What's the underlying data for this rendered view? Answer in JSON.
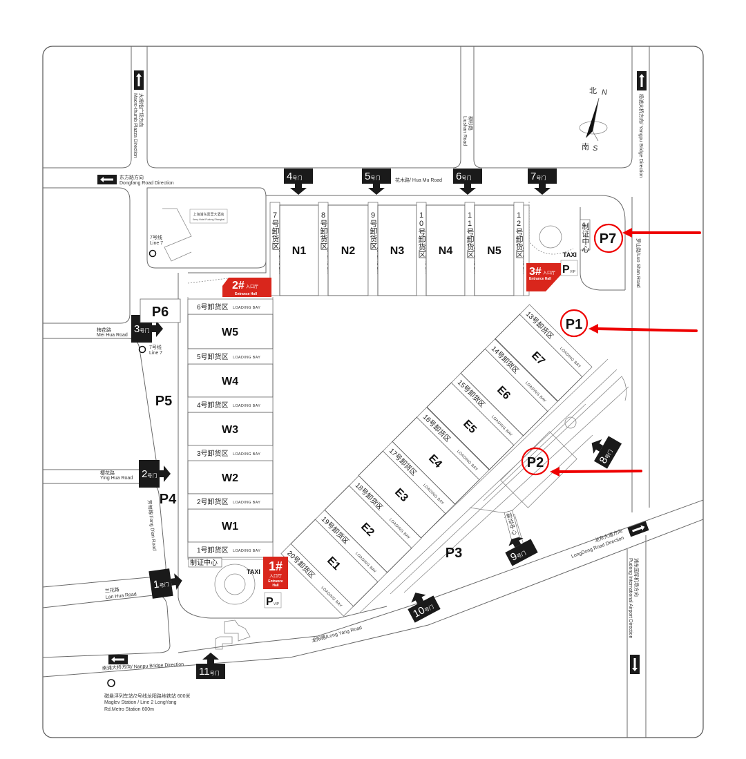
{
  "roads": {
    "macro_cn": "大拇指广场方向",
    "macro_en": "Macro-thumb Plazza Direction",
    "dongfang_cn": "东方路方向",
    "dongfang_en": "Dongfang Road Direction",
    "huamu": "花木路/ Hua Mu Road",
    "liushan_cn": "柳杉路",
    "liushan_en": "Liushan Road",
    "yangpu": "杨浦大桥方向/ Yangpu Bridge Direction",
    "luoshan": "罗山路/Luo Shan Road",
    "meihua_cn": "梅花路",
    "meihua_en": "Mei Hua Road",
    "yinghua_cn": "樱花路",
    "yinghua_en": "Ying Hua Road",
    "fangdian": "芳甸路/Fang Dian Road",
    "lanhua_cn": "兰花路",
    "lanhua_en": "Lan Hua Road",
    "nanpu": "南浦大桥方向/ Nanpu Bridge Direction",
    "longyang": "龙阳路/Long Yang Road",
    "longdong_cn": "龙东大道方向",
    "longdong_en": "LongDong Road Direction",
    "pudong_cn": "浦东国际机场方向",
    "pudong_en": "Pudong International Airport Direction"
  },
  "hotel": {
    "cn": "上海浦东嘉里大酒店",
    "en": "Kerry Hotel Pudong Shanghai"
  },
  "metro": {
    "line_cn": "7号线",
    "line_en": "Line 7"
  },
  "maglev": {
    "line1": "磁悬浮列车站/2号线龙阳路地铁站  600米",
    "line2": "Maglev Station  / Line 2 LongYang",
    "line3": "Rd.Metro Station 600m"
  },
  "compass": {
    "north_cn": "北",
    "north_en": "N",
    "south_cn": "南",
    "south_en": "S"
  },
  "gate_suffix": "号门",
  "gates": [
    "1",
    "2",
    "3",
    "4",
    "5",
    "6",
    "7",
    "8",
    "9",
    "10",
    "11"
  ],
  "halls": {
    "north": [
      "N1",
      "N2",
      "N3",
      "N4",
      "N5"
    ],
    "west": [
      "W1",
      "W2",
      "W3",
      "W4",
      "W5"
    ],
    "east": [
      "E1",
      "E2",
      "E3",
      "E4",
      "E5",
      "E6",
      "E7"
    ]
  },
  "loading_bay_en": "LOADING BAY",
  "loading_bays": {
    "north": [
      "7号卸货区",
      "8号卸货区",
      "9号卸货区",
      "10号卸货区",
      "11号卸货区",
      "12号卸货区"
    ],
    "west": [
      "1号卸货区",
      "2号卸货区",
      "3号卸货区",
      "4号卸货区",
      "5号卸货区",
      "6号卸货区"
    ],
    "east": [
      "13号卸货区",
      "14号卸货区",
      "15号卸货区",
      "16号卸货区",
      "17号卸货区",
      "18号卸货区",
      "19号卸货区",
      "20号卸货区"
    ]
  },
  "parking": {
    "p1": "P1",
    "p2": "P2",
    "p3": "P3",
    "p4": "P4",
    "p5": "P5",
    "p6": "P6",
    "p7": "P7",
    "vip_p": "P",
    "vip_sub": "VIP"
  },
  "entrances": {
    "e1": "1#",
    "e2": "2#",
    "e3": "3#",
    "cn": "入口厅",
    "en1": "Entrance",
    "en2": "Hall",
    "en": "Entrance Hall"
  },
  "service": {
    "badge_center": "制证中心",
    "taxi": "TAXI"
  },
  "colors": {
    "accent_red": "#d9261c",
    "arrow_red": "#ee0000",
    "ink": "#1a1a1a"
  }
}
